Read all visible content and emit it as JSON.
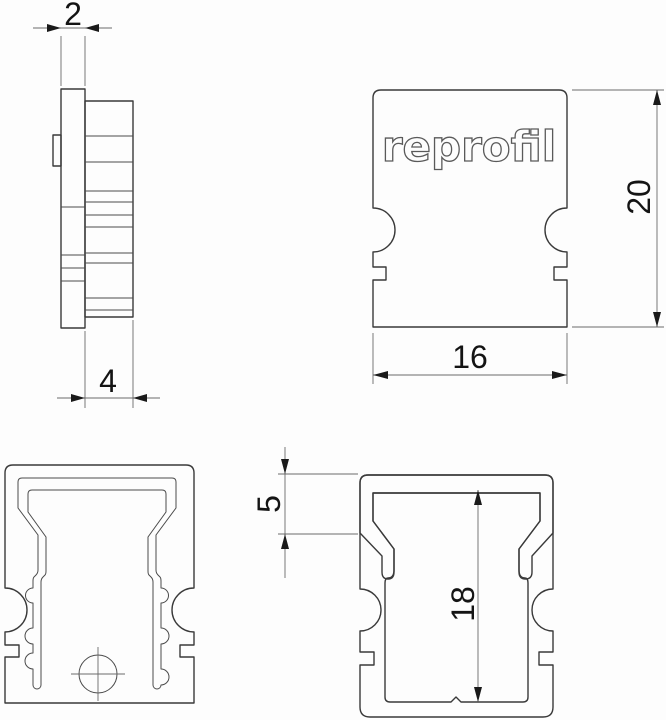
{
  "logo": "reprofil",
  "colors": {
    "background": "#fdfdfd",
    "body_fill": "#d6d7d8",
    "cover_fill": "#73767a",
    "outline": "#3a3a3a",
    "dim_color": "#6a6a6a",
    "text_color": "#141414"
  },
  "views": {
    "side": {
      "dim_top": "2",
      "dim_bottom": "4"
    },
    "front": {
      "logo": "reprofil",
      "dim_height": "20",
      "dim_width": "16"
    },
    "section": {
      "dim_lip": "5",
      "dim_inner": "18"
    }
  }
}
